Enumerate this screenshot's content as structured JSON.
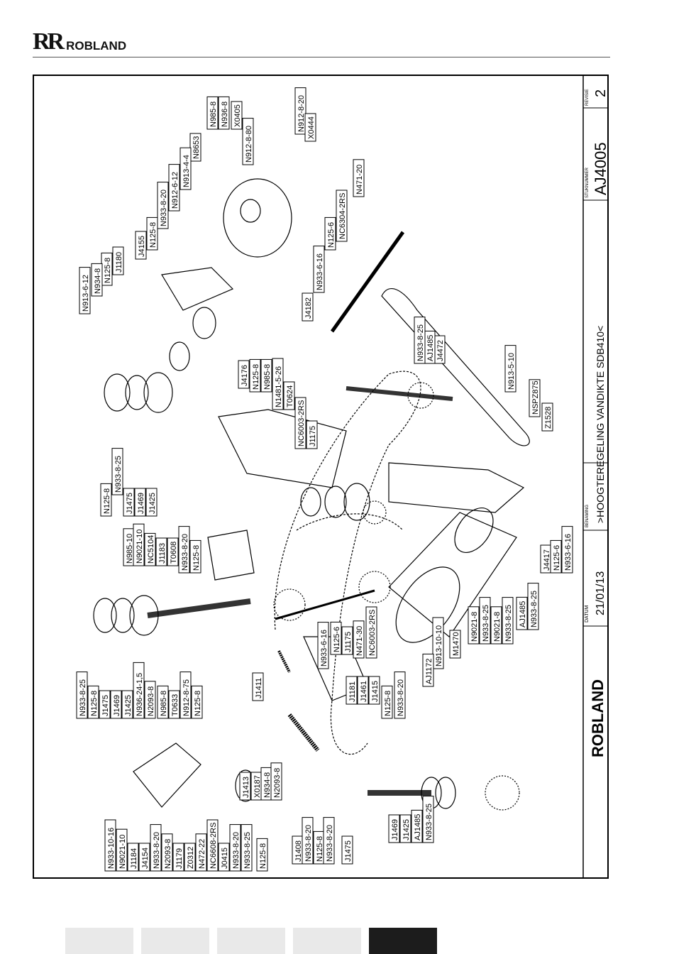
{
  "header": {
    "brand": "ROBLAND",
    "logo_glyph": "RR"
  },
  "titleblock": {
    "brand": "ROBLAND",
    "datum_label": "DATUM",
    "datum_value": "21/01/13",
    "benaming_label": "BENAMING",
    "benaming_value": ">HOOGTEREGELING VANDIKTE SDB410<",
    "stuknummer_label": "STUKNUMMER",
    "stuknummer_value": "AJ4005",
    "revisie_label": "REVISIE",
    "revisie_value": "2"
  },
  "part_labels": [
    "N985-8",
    "N936-8",
    "X0405",
    "N912-8-80",
    "N912-8-20",
    "X0444",
    "N8653",
    "N913-4-4",
    "N912-6-12",
    "N933-8-20",
    "N125-8",
    "J4155",
    "J1180",
    "N125-8",
    "N934-8",
    "N913-6-12",
    "N471-20",
    "NC6304-2RS",
    "N125-6",
    "N933-6-16",
    "J4182",
    "J4176",
    "N125-8",
    "N985-8",
    "N1481-5-26",
    "T0624",
    "NC6003-2RS",
    "J1175",
    "J4472",
    "AJ1485",
    "N933-8-25",
    "N913-5-10",
    "NSPZ875",
    "Z1528",
    "N933-8-25",
    "N125-8",
    "J1475",
    "J1469",
    "J1425",
    "N985-10",
    "N9021-10",
    "NC5104",
    "J1183",
    "T0608",
    "N933-8-20",
    "N125-8",
    "J4417",
    "N125-6",
    "N933-6-16",
    "N933-8-25",
    "AJ1485",
    "N9021-8",
    "N933-8-25",
    "N9021-8",
    "N933-8-25",
    "M1470",
    "N913-10-10",
    "AJ1172",
    "N933-8-20",
    "N125-8",
    "J1415",
    "J1461",
    "J1181",
    "NC6003-2RS",
    "N471-30",
    "J1175",
    "N125-6",
    "N933-6-16",
    "J1411",
    "N933-8-25",
    "N125-8",
    "J1475",
    "J1469",
    "J1425",
    "N936-24-1,5",
    "N2093-8",
    "N985-8",
    "T0633",
    "N912-8-75",
    "N125-8",
    "J1413",
    "X0187",
    "N934-8",
    "N2093-8",
    "J1408",
    "N933-8-20",
    "N125-8",
    "N933-8-20",
    "N933-10-16",
    "N9021-10",
    "J1184",
    "J4154",
    "N933-8-20",
    "N2093-8",
    "J1179",
    "Z0312",
    "N472-22",
    "NC6608-2RS",
    "J0415",
    "N933-8-20",
    "N933-8-25",
    "N125-8",
    "J1475",
    "J1469",
    "J1425",
    "AJ1485",
    "N933-8-25"
  ],
  "footer_tabs": [
    "",
    "",
    "",
    "",
    ""
  ]
}
